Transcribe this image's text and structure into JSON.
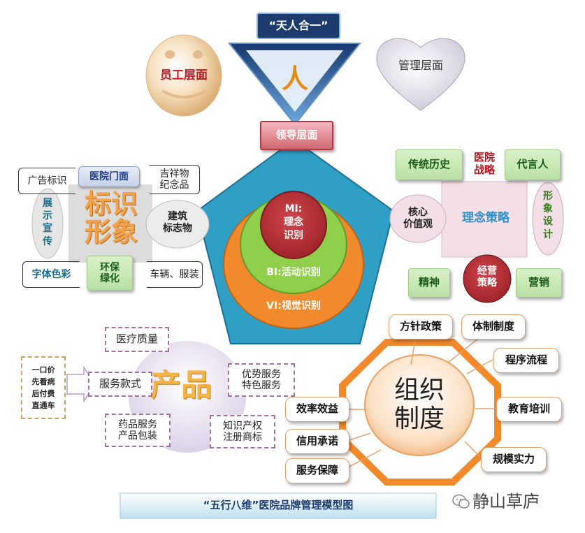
{
  "top": {
    "title": "“天人合一”",
    "person_char": "人",
    "leader": "领导层面",
    "staff": "员工层面",
    "management": "管理层面"
  },
  "center": {
    "mi": "MI:\n理念\n识别",
    "bi": "BI:活动识别",
    "vi": "VI:视觉识别"
  },
  "identity": {
    "main": "标识\n形象",
    "gate": "医院门面",
    "ads": "广告标识",
    "mascot": "吉祥物\n纪念品",
    "display": "展\n示\n宣\n传",
    "building": "建筑\n标志物",
    "font_color": "字体色彩",
    "green": "环保\n绿化",
    "vehicle": "车辆、服装"
  },
  "concept": {
    "history": "传统历史",
    "strategy": "医院\n战略",
    "spokes": "代言人",
    "core": "核心\n价值观",
    "main": "理念策略",
    "image_design": "形\n象\n设\n计",
    "spirit": "精神",
    "operation": "经营\n策略",
    "marketing": "营销"
  },
  "product": {
    "main": "产品",
    "quality": "医疗质量",
    "service_style": "服务款式",
    "advantage": "优势服务\n特色服务",
    "drug": "药品服务\n产品包装",
    "ip": "知识产权\n注册商标",
    "price_list": "一口价\n先看病\n后付费\n直通车"
  },
  "org": {
    "main": "组织\n制度",
    "policy": "方针政策",
    "system": "体制制度",
    "process": "程序流程",
    "efficiency": "效率效益",
    "training": "教育培训",
    "credit": "信用承诺",
    "service_guarantee": "服务保障",
    "scale": "规模实力"
  },
  "footer": {
    "caption": "“五行八维”医院品牌管理模型图",
    "brand": "静山草庐"
  },
  "colors": {
    "pentagon": "#2f9fc6",
    "vi_orange": "#f08a2c",
    "bi_green": "#8fcf4a",
    "mi_red": "#c2363d",
    "title_navy": "#1d3b6e"
  }
}
